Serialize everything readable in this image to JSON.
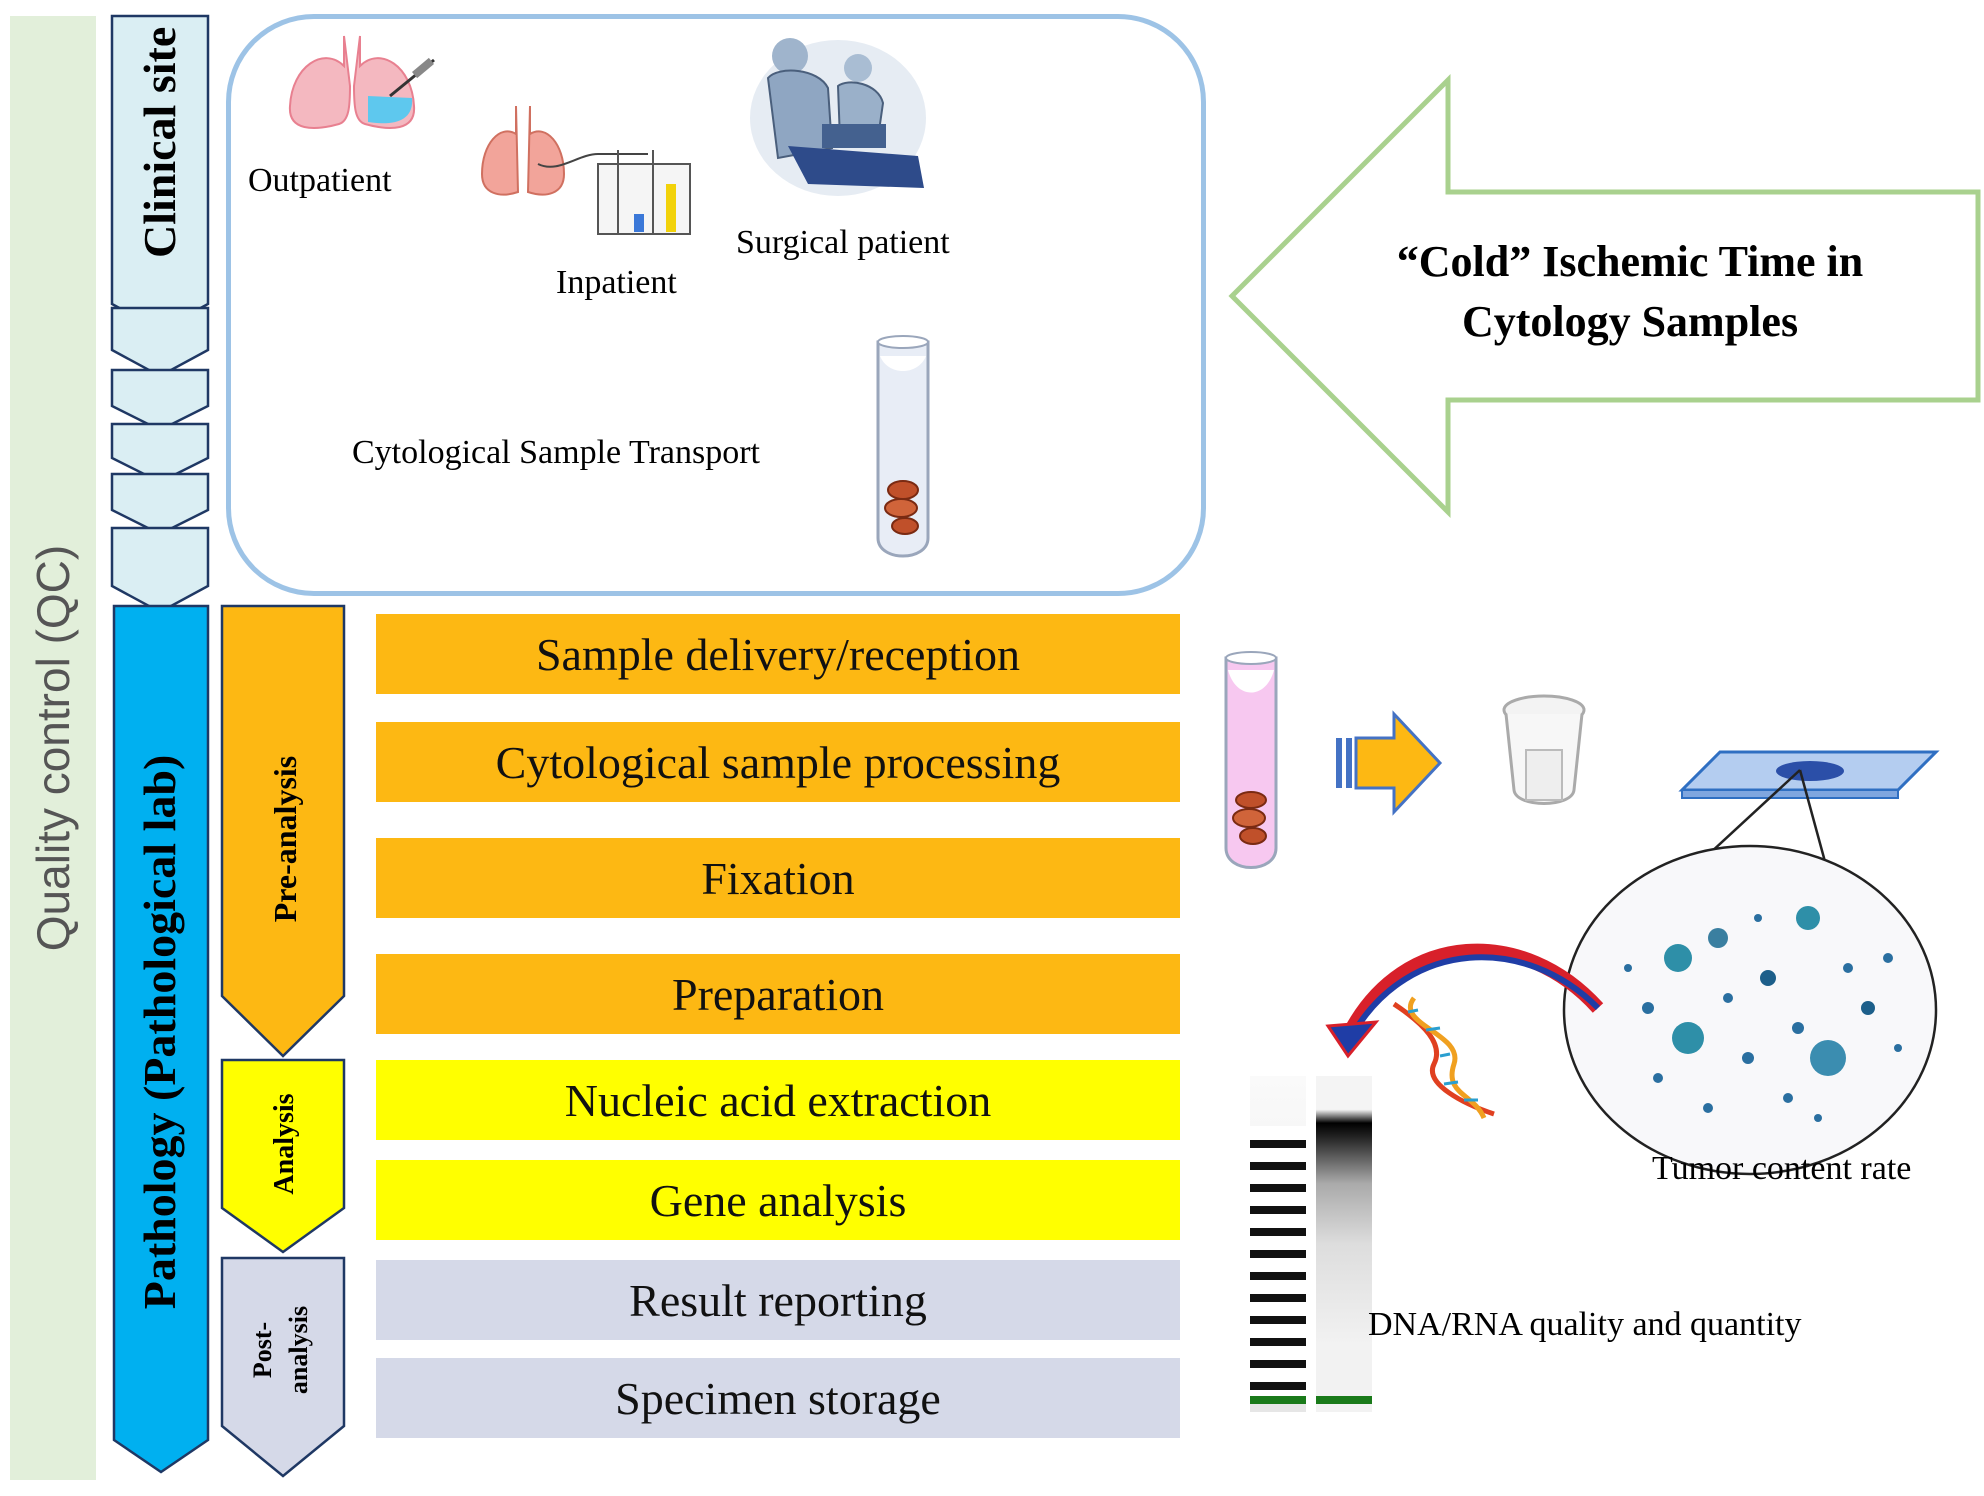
{
  "qc_label": "Quality control (QC)",
  "clinical_site_label": "Clinical site",
  "pathology_label": "Pathology (Pathological lab)",
  "phases": {
    "pre": "Pre-analysis",
    "analysis": "Analysis",
    "post_line1": "Post-",
    "post_line2": "analysis"
  },
  "clinical": {
    "outpatient": "Outpatient",
    "inpatient": "Inpatient",
    "surgical": "Surgical patient",
    "transport": "Cytological Sample Transport"
  },
  "cold_arrow": {
    "line1": "“Cold” Ischemic Time in",
    "line2": "Cytology Samples"
  },
  "steps": [
    {
      "label": "Sample delivery/reception",
      "phase": "pre"
    },
    {
      "label": "Cytological sample processing",
      "phase": "pre"
    },
    {
      "label": "Fixation",
      "phase": "pre"
    },
    {
      "label": "Preparation",
      "phase": "pre"
    },
    {
      "label": "Nucleic acid extraction",
      "phase": "analysis"
    },
    {
      "label": "Gene analysis",
      "phase": "analysis"
    },
    {
      "label": "Result reporting",
      "phase": "post"
    },
    {
      "label": "Specimen storage",
      "phase": "post"
    }
  ],
  "right_labels": {
    "tumor": "Tumor content rate",
    "dna": "DNA/RNA quality and quantity"
  },
  "colors": {
    "qc_bar": "#e2efda",
    "clinical_bar": "#daeef3",
    "pathology_bar": "#00b0f0",
    "pre": "#fdb813",
    "analysis": "#ffff00",
    "post": "#d5d9e8",
    "clinical_box_border": "#9dc3e6",
    "cold_arrow_border": "#a9d18e"
  }
}
